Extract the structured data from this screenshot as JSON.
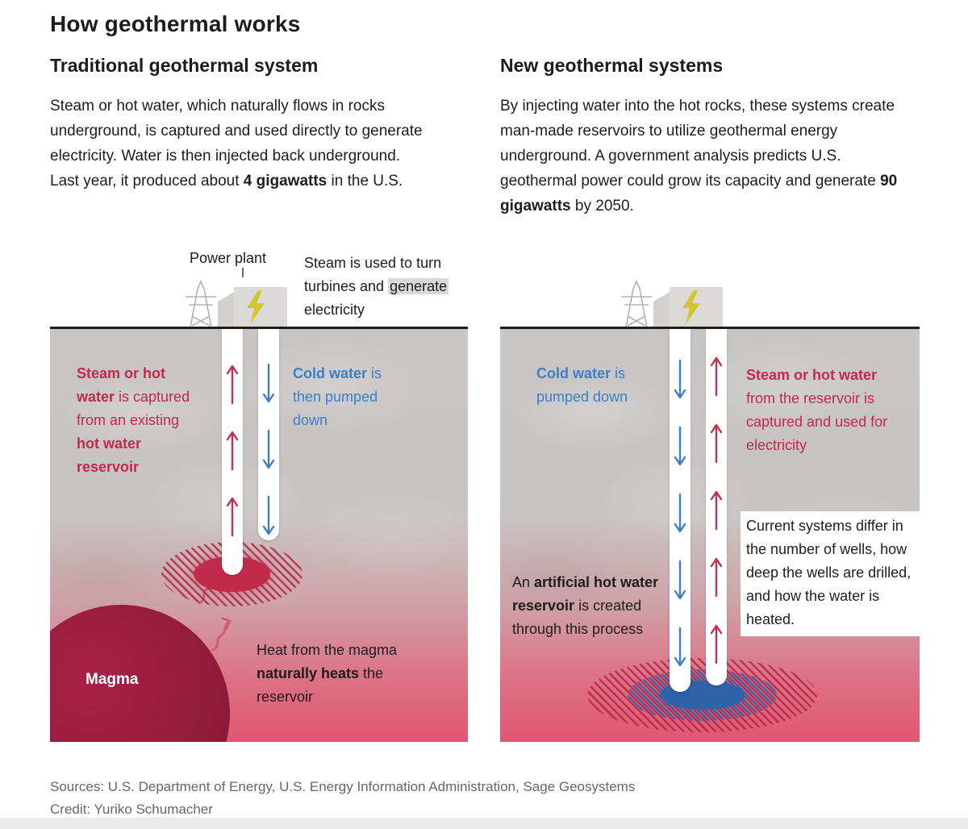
{
  "page": {
    "title": "How geothermal works",
    "sources": "Sources: U.S. Department of Energy, U.S. Energy Information Administration, Sage Geosystems",
    "credit": "Credit: Yuriko Schumacher"
  },
  "colors": {
    "hot_accent": "#c2294b",
    "cold_accent": "#3d7ec6",
    "magma": "#9e1c40",
    "lightning_bolt": "#d2c727",
    "underground_top": "#c8c6c5",
    "underground_bottom": "#e25672"
  },
  "traditional": {
    "heading": "Traditional geothermal system",
    "intro": {
      "text": "Steam or hot water, which naturally flows in rocks underground, is captured and used directly to generate electricity. Water is then injected back underground. Last year, it produced about ",
      "bold": "4 gigawatts",
      "tail": " in the U.S."
    },
    "power_plant_label": "Power plant",
    "turbine_note": {
      "pre": "Steam is used to turn turbines and ",
      "highlight": "generate",
      "post": " electricity"
    },
    "hot_label": {
      "b1": "Steam or hot water",
      "t1": " is captured from an existing ",
      "b2": "hot water reservoir"
    },
    "cold_label": {
      "b1": "Cold water",
      "t1": " is then pumped down"
    },
    "heat_note": {
      "t1": "Heat from the magma ",
      "b1": "naturally heats",
      "t2": " the reservoir"
    },
    "magma_label": "Magma"
  },
  "new_systems": {
    "heading": "New geothermal systems",
    "intro": {
      "text": "By injecting water into the hot rocks, these systems create man-made reservoirs to utilize geothermal energy underground. A government analysis predicts U.S. geothermal power could grow its capacity and generate ",
      "bold": "90 gigawatts",
      "tail": " by 2050."
    },
    "cold_label": {
      "b1": "Cold water",
      "t1": " is pumped down"
    },
    "hot_label": {
      "b1": "Steam or hot water",
      "t1": " from the reservoir is captured and used for electricity"
    },
    "artificial_note": {
      "t1": "An ",
      "b1": "artificial hot water reservoir",
      "t2": " is created through this process"
    },
    "current_note": "Current systems differ in the number of wells, how deep the wells are drilled, and how the water is heated."
  }
}
